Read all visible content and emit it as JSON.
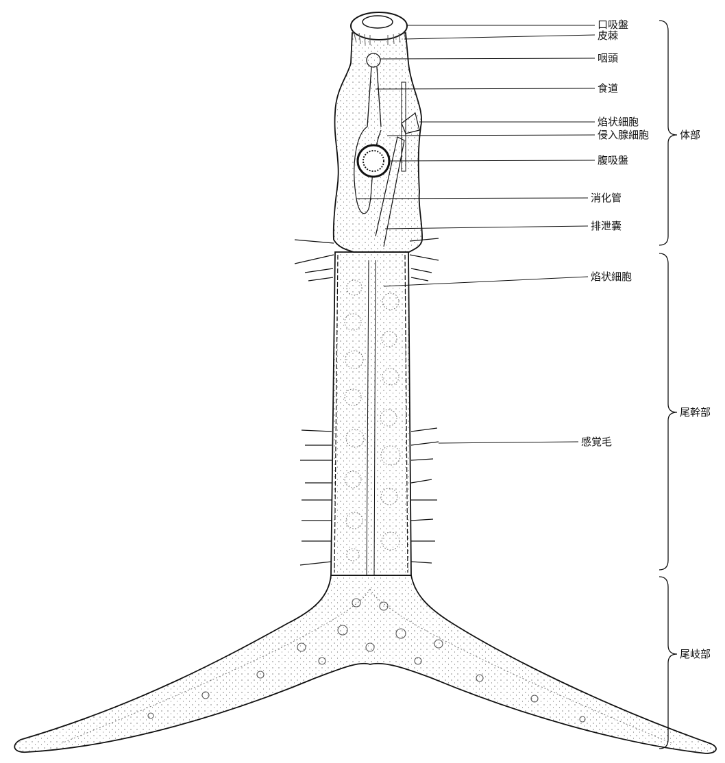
{
  "diagram": {
    "labels": {
      "oral_sucker": "口吸盤",
      "spines": "皮棘",
      "pharynx": "咽頭",
      "esophagus": "食道",
      "flame_cell_body": "焰状細胞",
      "penetration_gland": "侵入腺細胞",
      "ventral_sucker": "腹吸盤",
      "gut": "消化管",
      "excretory_bladder": "排泄嚢",
      "flame_cell_tail": "焰状細胞",
      "sensory_hair": "感覚毛"
    },
    "regions": {
      "body": "体部",
      "tail_stem": "尾幹部",
      "furca": "尾岐部"
    }
  }
}
